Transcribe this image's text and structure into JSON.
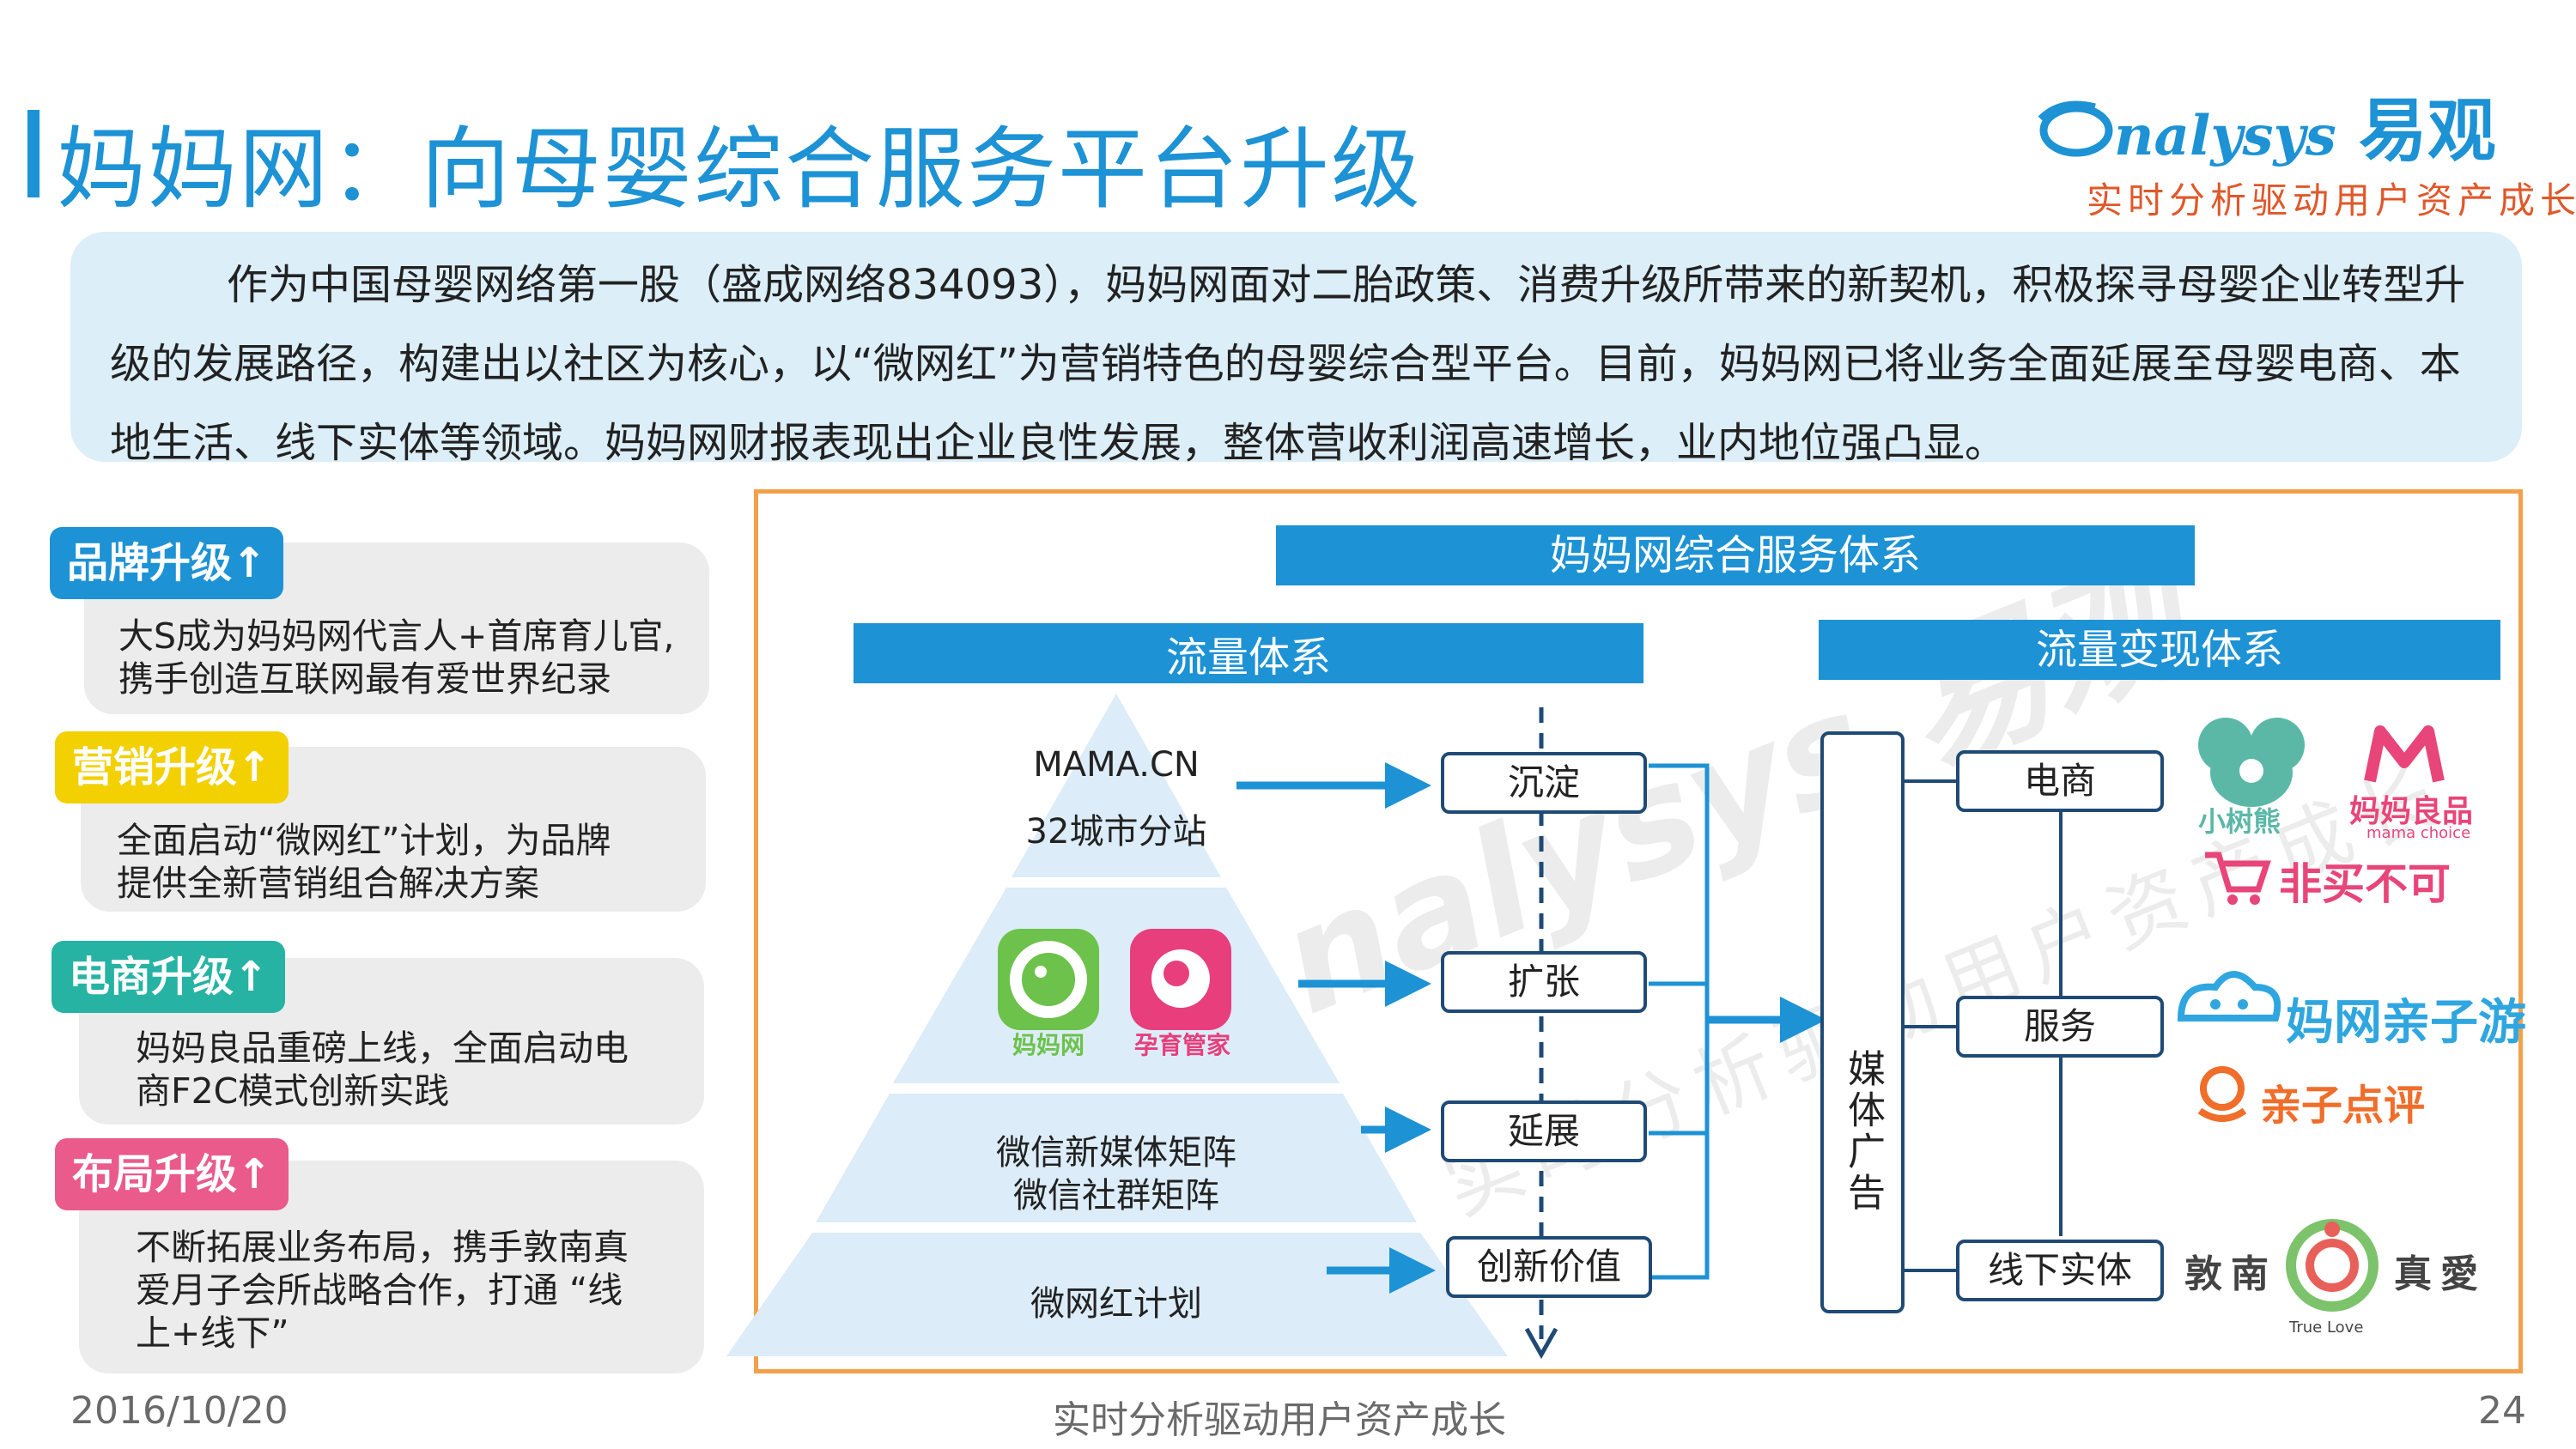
{
  "title": "妈妈网：向母婴综合服务平台升级",
  "logo": {
    "brand_en": "nalysys",
    "brand_cn": "易观",
    "slogan": "实时分析驱动用户资产成长"
  },
  "intro": "作为中国母婴网络第一股（盛成网络834093），妈妈网面对二胎政策、消费升级所带来的新契机，积极探寻母婴企业转型升级的发展路径，构建出以社区为核心，以“微网红”为营销特色的母婴综合型平台。目前，妈妈网已将业务全面延展至母婴电商、本地生活、线下实体等领域。妈妈网财报表现出企业良性发展，整体营收利润高速增长，业内地位强凸显。",
  "upgrades": [
    {
      "tag": "品牌升级↑",
      "color": "#1d92d5",
      "line1": "大S成为妈妈网代言人+首席育儿官,",
      "line2": "携手创造互联网最有爱世界纪录",
      "line3": ""
    },
    {
      "tag": "营销升级↑",
      "color": "#f3d000",
      "line1": "全面启动“微网红”计划，为品牌",
      "line2": "提供全新营销组合解决方案",
      "line3": ""
    },
    {
      "tag": "电商升级↑",
      "color": "#26b3a3",
      "line1": "妈妈良品重磅上线，全面启动电",
      "line2": "商F2C模式创新实践",
      "line3": ""
    },
    {
      "tag": "布局升级↑",
      "color": "#ea5a8a",
      "line1": "不断拓展业务布局，携手敦南真",
      "line2": "爱月子会所战略合作，打通 “线",
      "line3": "上+线下”"
    }
  ],
  "diagram": {
    "title": "妈妈网综合服务体系",
    "traffic_header": "流量体系",
    "monetize_header": "流量变现体系",
    "pyramid": {
      "top_line1": "MAMA.CN",
      "top_line2": "32城市分站",
      "app1_label": "妈妈网",
      "app2_label": "孕育管家",
      "mid_line1": "微信新媒体矩阵",
      "mid_line2": "微信社群矩阵",
      "bottom": "微网红计划"
    },
    "stages": [
      "沉淀",
      "扩张",
      "延展",
      "创新价值"
    ],
    "hub": "媒体广告",
    "channels": [
      "电商",
      "服务",
      "线下实体"
    ],
    "brands": {
      "ecom": [
        "小树熊",
        "妈妈良品",
        "mama choice",
        "非买不可"
      ],
      "service": [
        "妈网亲子游",
        "亲子点评"
      ],
      "offline": [
        "敦南",
        "真愛",
        "True Love"
      ]
    }
  },
  "footer": {
    "date": "2016/10/20",
    "slogan": "实时分析驱动用户资产成长",
    "page": "24"
  },
  "watermark": {
    "main": "nalysys 易观",
    "sub": "实时分析驱动用户资产成长"
  }
}
